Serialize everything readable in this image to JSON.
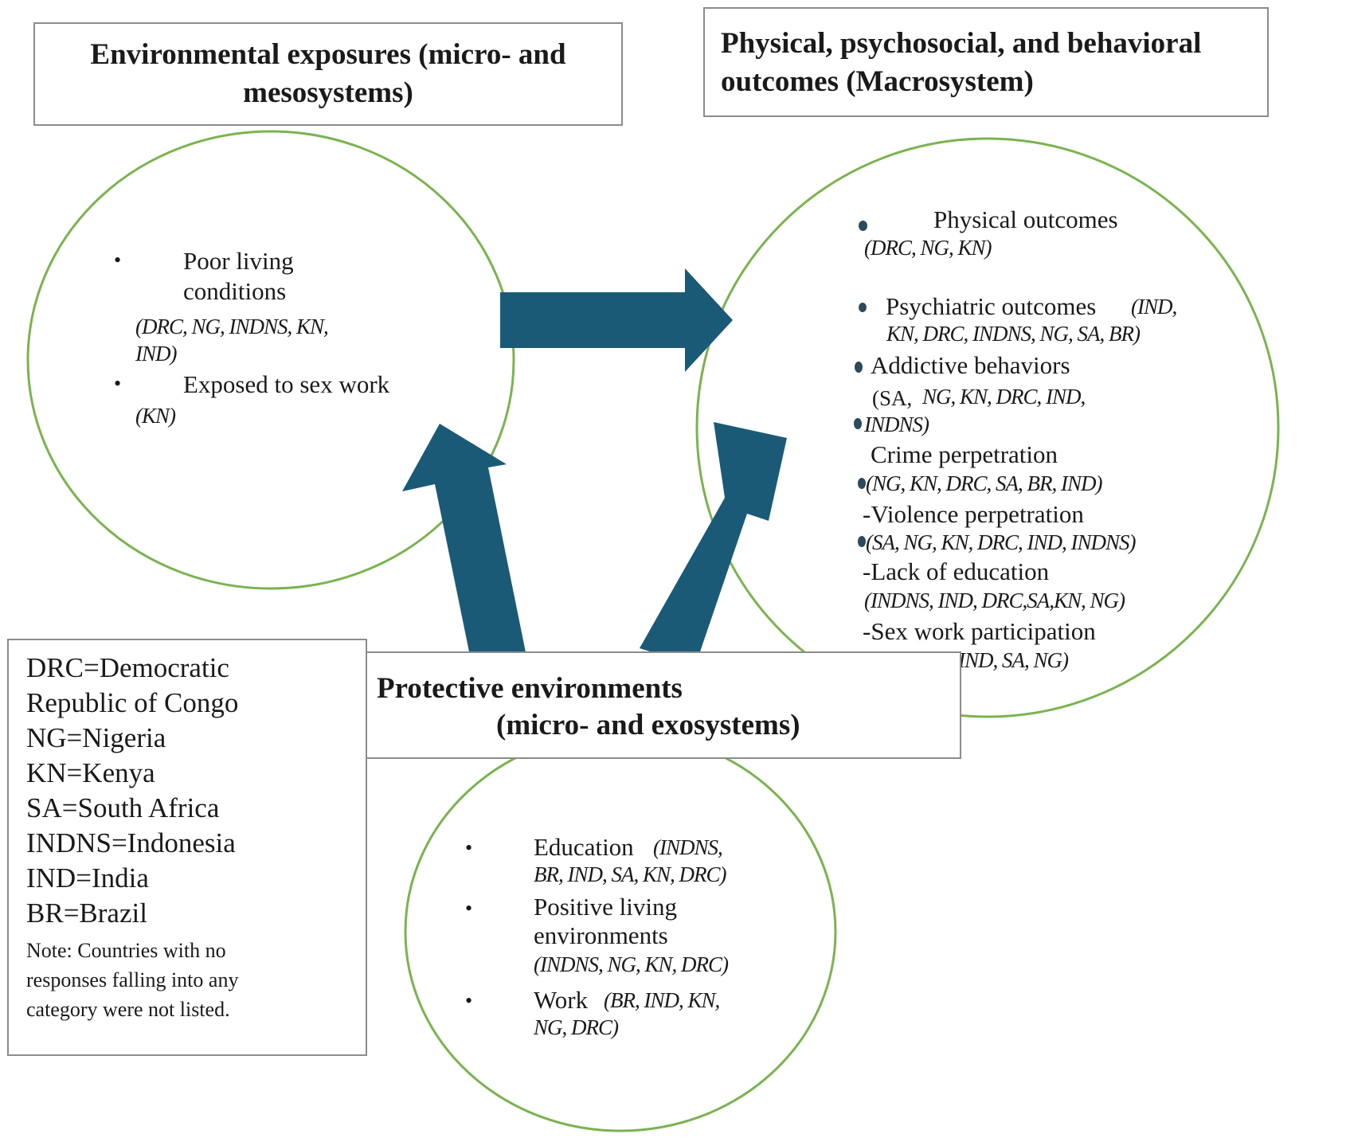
{
  "colors": {
    "arrow": "#1b5a77",
    "circle_stroke": "#7ab34f",
    "box_border": "#8c8c8c",
    "text": "#1a1a1a"
  },
  "boxes": {
    "env_title": "Environmental exposures (micro- and mesosystems)",
    "outcomes_title_line1": "Physical, psychosocial, and behavioral",
    "outcomes_title_line2": "outcomes (Macrosystem)",
    "protective_title_line1": "Protective environments",
    "protective_title_line2": "(micro- and exosystems)"
  },
  "env_circle": {
    "bullet": "•",
    "items": [
      {
        "label_line1": "Poor living",
        "label_line2": "conditions",
        "countries_line1": "(DRC, NG, INDNS, KN,",
        "countries_line2": "IND)"
      },
      {
        "label": "Exposed to sex work",
        "countries": "(KN)"
      }
    ]
  },
  "outcomes_circle": {
    "physical": {
      "label": "Physical outcomes",
      "countries": "(DRC, NG, KN)"
    },
    "psychiatric": {
      "label": "Psychiatric outcomes",
      "countries_line1": "(IND,",
      "countries_line2": "KN, DRC, INDNS, NG, SA, BR)"
    },
    "addictive": {
      "label": "Addictive behaviors",
      "countries_line1_plain": "(SA,",
      "countries_line1_italic": "NG, KN, DRC, IND,",
      "countries_line2": "INDNS)"
    },
    "crime": {
      "label": "Crime perpetration",
      "countries": "(NG, KN, DRC, SA, BR, IND)"
    },
    "violence": {
      "label": "-Violence perpetration",
      "countries": "(SA, NG, KN, DRC, IND, INDNS)"
    },
    "education": {
      "label": "-Lack of education",
      "countries": "(INDNS, IND, DRC,SA,KN, NG)"
    },
    "sex_work": {
      "label": "-Sex work participation",
      "countries": "IND, SA, NG)"
    }
  },
  "protective_circle": {
    "bullet": "•",
    "items": [
      {
        "label": "Education",
        "countries_line1": "(INDNS,",
        "countries_line2": "BR, IND, SA, KN, DRC)"
      },
      {
        "label_line1": "Positive living",
        "label_line2": "environments",
        "countries": "(INDNS, NG, KN, DRC)"
      },
      {
        "label": "Work",
        "countries_line1": "(BR, IND, KN,",
        "countries_line2": "NG, DRC)"
      }
    ]
  },
  "legend": {
    "lines": [
      "DRC=Democratic",
      "Republic of Congo",
      "NG=Nigeria",
      "KN=Kenya",
      "SA=South Africa",
      "INDNS=Indonesia",
      "IND=India",
      "BR=Brazil"
    ],
    "note_lines": [
      "Note: Countries with no",
      "responses falling into any",
      "category were not listed."
    ]
  }
}
